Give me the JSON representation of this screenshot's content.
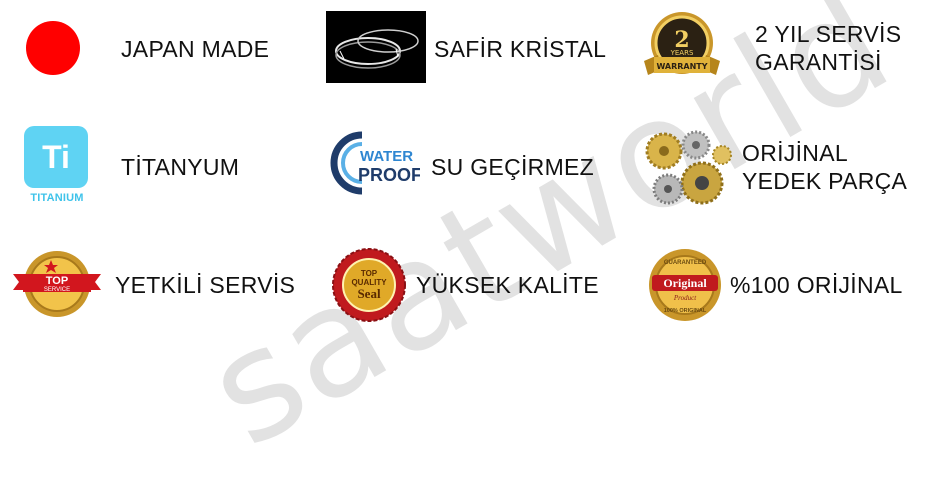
{
  "watermark": "saatworld",
  "features": [
    {
      "label": "JAPAN MADE",
      "icon": "red-dot-icon"
    },
    {
      "label": "SAFİR KRİSTAL",
      "icon": "sapphire-crystal-icon"
    },
    {
      "label": "2 YIL SERVİS\nGARANTİSİ",
      "icon": "warranty-badge-icon",
      "badge_text": [
        "2",
        "YEARS",
        "WARRANTY"
      ]
    },
    {
      "label": "TİTANYUM",
      "icon": "titanium-icon",
      "badge_text": [
        "Ti",
        "TITANIUM"
      ]
    },
    {
      "label": "SU GEÇİRMEZ",
      "icon": "waterproof-icon",
      "badge_text": [
        "WATER",
        "PROOF"
      ]
    },
    {
      "label": "ORİJİNAL\nYEDEK PARÇA",
      "icon": "watch-gears-icon"
    },
    {
      "label": "YETKİLİ SERVİS",
      "icon": "top-service-badge-icon",
      "badge_text": [
        "TOP",
        "SERVICE"
      ]
    },
    {
      "label": "YÜKSEK KALİTE",
      "icon": "quality-seal-icon",
      "badge_text": [
        "TOP",
        "QUALITY",
        "Seal"
      ]
    },
    {
      "label": "%100 ORİJİNAL",
      "icon": "original-badge-icon",
      "badge_text": [
        "GUARANTEED",
        "Original",
        "Product",
        "100% ORIGINAL"
      ]
    }
  ],
  "colors": {
    "red": "#ff0000",
    "gold": "#d4a017",
    "navy": "#1f3c6a",
    "cyan": "#5fd3f3"
  }
}
